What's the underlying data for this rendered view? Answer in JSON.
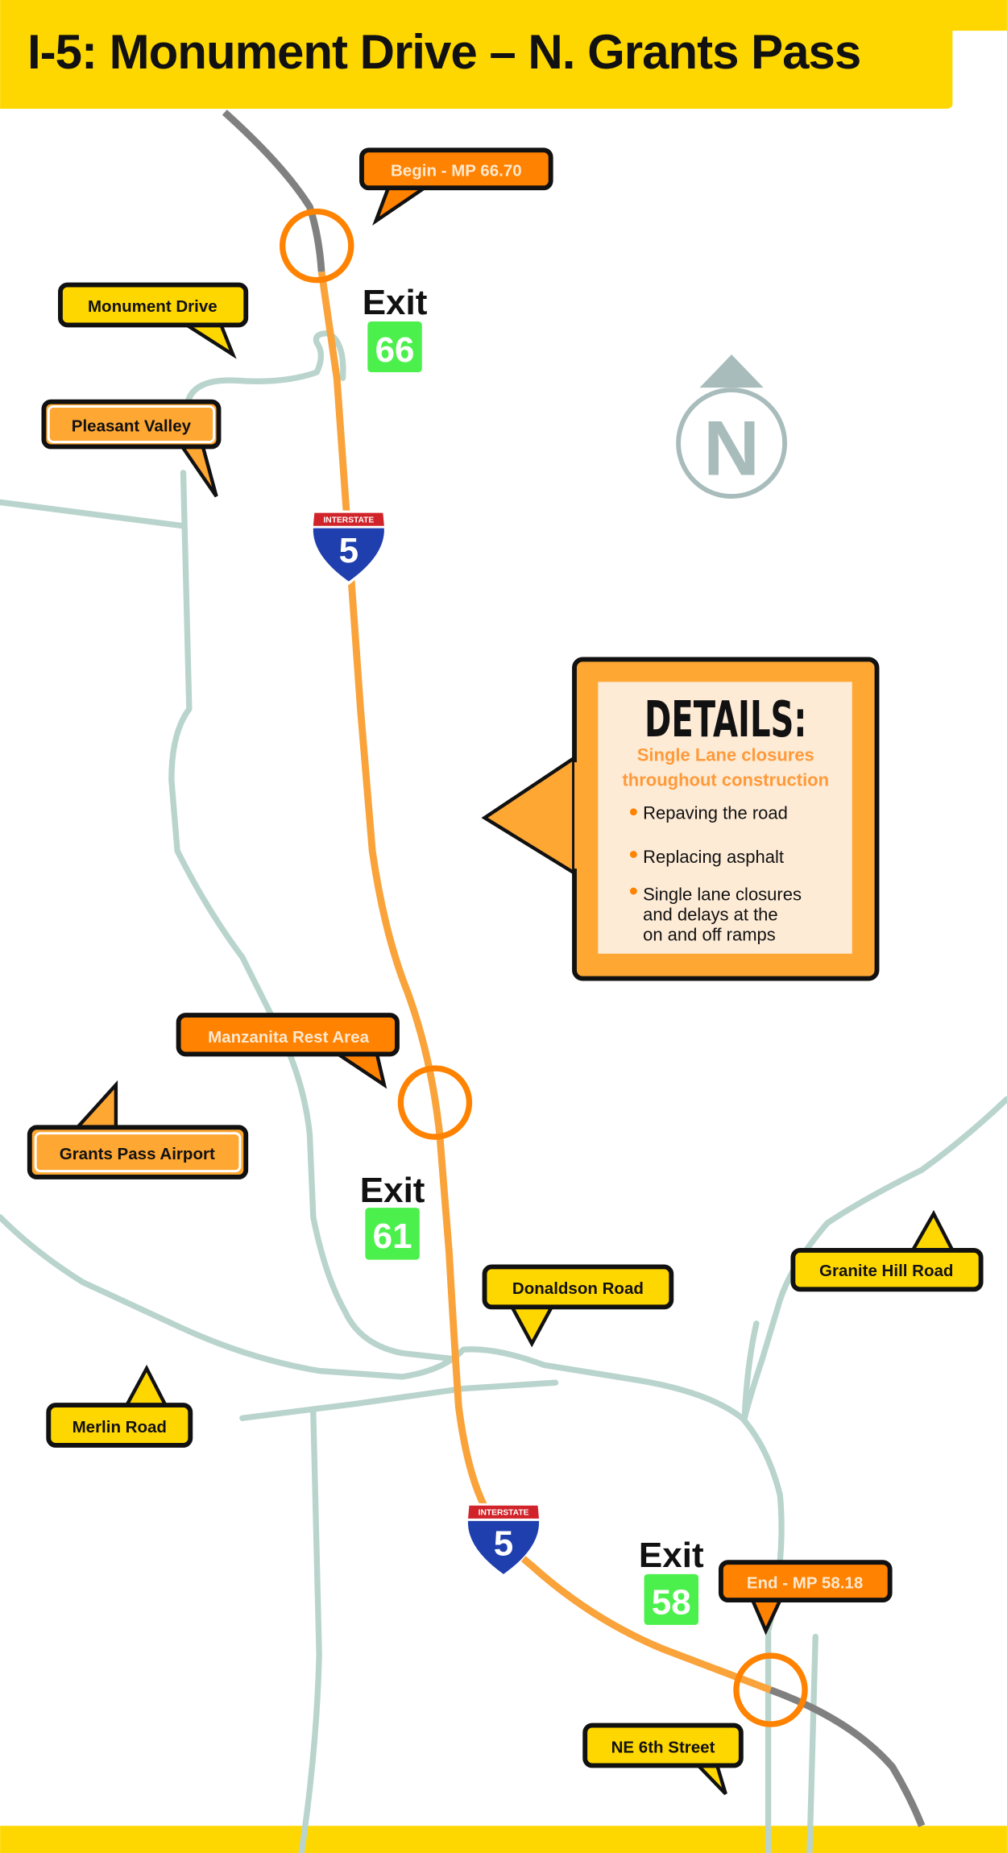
{
  "title": "I-5:  Monument Drive – N. Grants Pass",
  "colors": {
    "yellow": "#ffd700",
    "orange": "#ff8200",
    "light_orange": "#ffa733",
    "highway": "#f9a33a",
    "local_road": "#b9d4cc",
    "freeway_gray": "#808080",
    "exit_green": "#4cf04c",
    "cream": "#fdebd6"
  },
  "callouts": {
    "begin": "Begin - MP 66.70",
    "end": "End - MP 58.18",
    "monument_drive": "Monument Drive",
    "pleasant_valley": "Pleasant Valley",
    "manzanita": "Manzanita Rest Area",
    "airport": "Grants Pass Airport",
    "donaldson": "Donaldson Road",
    "granite_hill": "Granite Hill Road",
    "merlin": "Merlin Road",
    "ne6th": "NE 6th Street"
  },
  "exits": [
    {
      "label": "Exit",
      "number": "66"
    },
    {
      "label": "Exit",
      "number": "61"
    },
    {
      "label": "Exit",
      "number": "58"
    }
  ],
  "shield": {
    "top": "INTERSTATE",
    "number": "5"
  },
  "compass": {
    "letter": "N"
  },
  "details": {
    "heading": "DETAILS:",
    "subheading_1": "Single Lane closures",
    "subheading_2": "throughout construction",
    "bullets": [
      "Repaving the road",
      "Replacing asphalt"
    ],
    "bullet3_lines": [
      "Single lane closures",
      "and delays at the",
      "on and off ramps"
    ]
  }
}
